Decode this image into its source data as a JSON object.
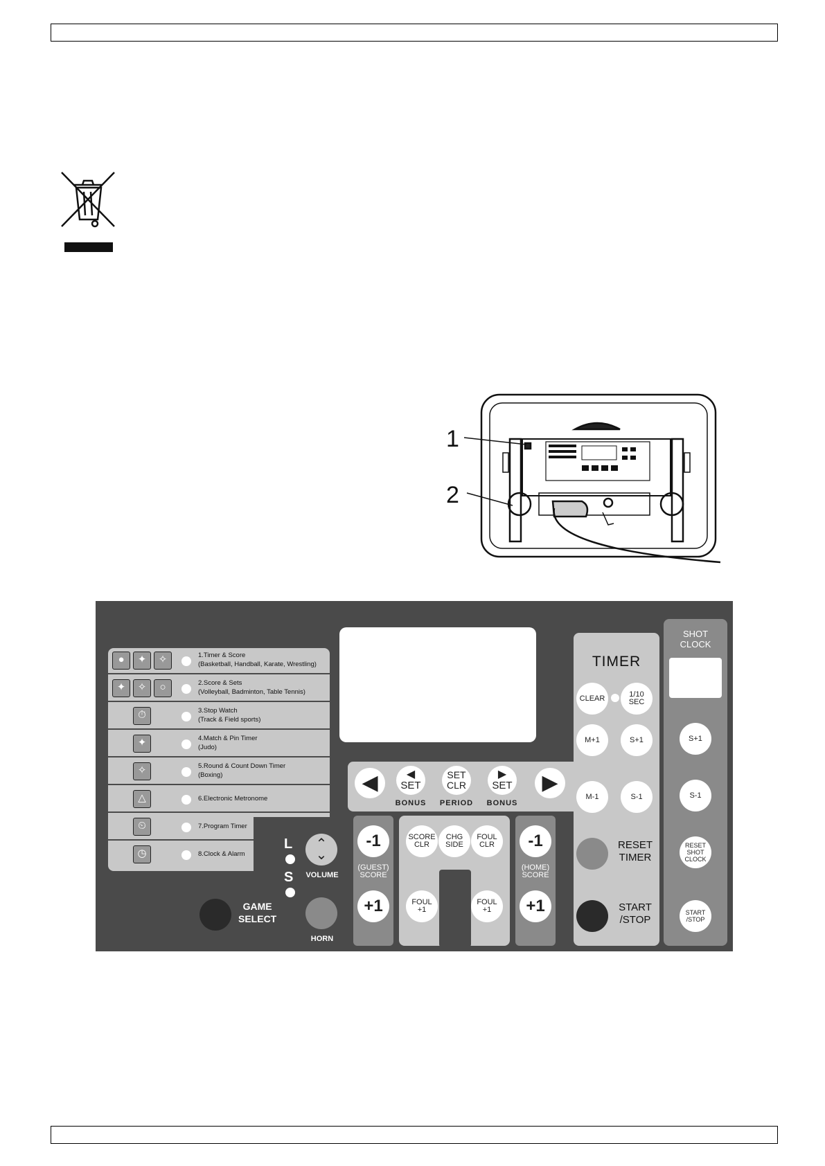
{
  "callouts": {
    "one": "1",
    "two": "2"
  },
  "panel": {
    "modes": [
      {
        "text1": "1.Timer & Score",
        "text2": "(Basketball, Handball, Karate, Wrestling)",
        "icons": [
          "basketball-icon",
          "handball-icon",
          "wrestling-icon"
        ]
      },
      {
        "text1": "2.Score & Sets",
        "text2": "(Volleyball, Badminton, Table Tennis)",
        "icons": [
          "volleyball-icon",
          "badminton-icon",
          "table-tennis-icon"
        ]
      },
      {
        "text1": "3.Stop Watch",
        "text2": "(Track & Field sports)",
        "icons": [
          "stopwatch-icon"
        ]
      },
      {
        "text1": "4.Match & Pin Timer",
        "text2": "(Judo)",
        "icons": [
          "judo-icon"
        ]
      },
      {
        "text1": "5.Round & Count Down Timer",
        "text2": "(Boxing)",
        "icons": [
          "boxing-icon"
        ]
      },
      {
        "text1": "6.Electronic Metronome",
        "text2": "",
        "icons": [
          "metronome-icon"
        ]
      },
      {
        "text1": "7.Program Timer",
        "text2": "",
        "icons": [
          "program-timer-icon"
        ]
      },
      {
        "text1": "8.Clock & Alarm",
        "text2": "",
        "icons": [
          "clock-icon"
        ]
      }
    ],
    "set_left": "SET",
    "set_clr_1": "SET",
    "set_clr_2": "CLR",
    "set_right": "SET",
    "bonus_left": "BONUS",
    "period": "PERIOD",
    "bonus_right": "BONUS",
    "guest_minus": "-1",
    "guest_plus": "+1",
    "guest_label_1": "(GUEST)",
    "guest_label_2": "SCORE",
    "home_minus": "-1",
    "home_plus": "+1",
    "home_label_1": "(HOME)",
    "home_label_2": "SCORE",
    "score_clr_1": "SCORE",
    "score_clr_2": "CLR",
    "chg_side_1": "CHG",
    "chg_side_2": "SIDE",
    "foul_clr_1": "FOUL",
    "foul_clr_2": "CLR",
    "foul_left_1": "FOUL",
    "foul_left_2": "+1",
    "foul_right_1": "FOUL",
    "foul_right_2": "+1",
    "l_label": "L",
    "s_label": "S",
    "volume": "VOLUME",
    "horn": "HORN",
    "game_select_1": "GAME",
    "game_select_2": "SELECT",
    "timer_title": "TIMER",
    "clear": "CLEAR",
    "tenth_1": "1/10",
    "tenth_2": "SEC",
    "m_plus": "M+1",
    "s_plus": "S+1",
    "m_minus": "M-1",
    "s_minus": "S-1",
    "reset_timer_1": "RESET",
    "reset_timer_2": "TIMER",
    "start_stop_1": "START",
    "start_stop_2": "/STOP",
    "shot_clock_1": "SHOT",
    "shot_clock_2": "CLOCK",
    "shot_s_plus": "S+1",
    "shot_s_minus": "S-1",
    "reset_shot_1": "RESET",
    "reset_shot_2": "SHOT",
    "reset_shot_3": "CLOCK",
    "shot_start_1": "START",
    "shot_start_2": "/STOP"
  }
}
